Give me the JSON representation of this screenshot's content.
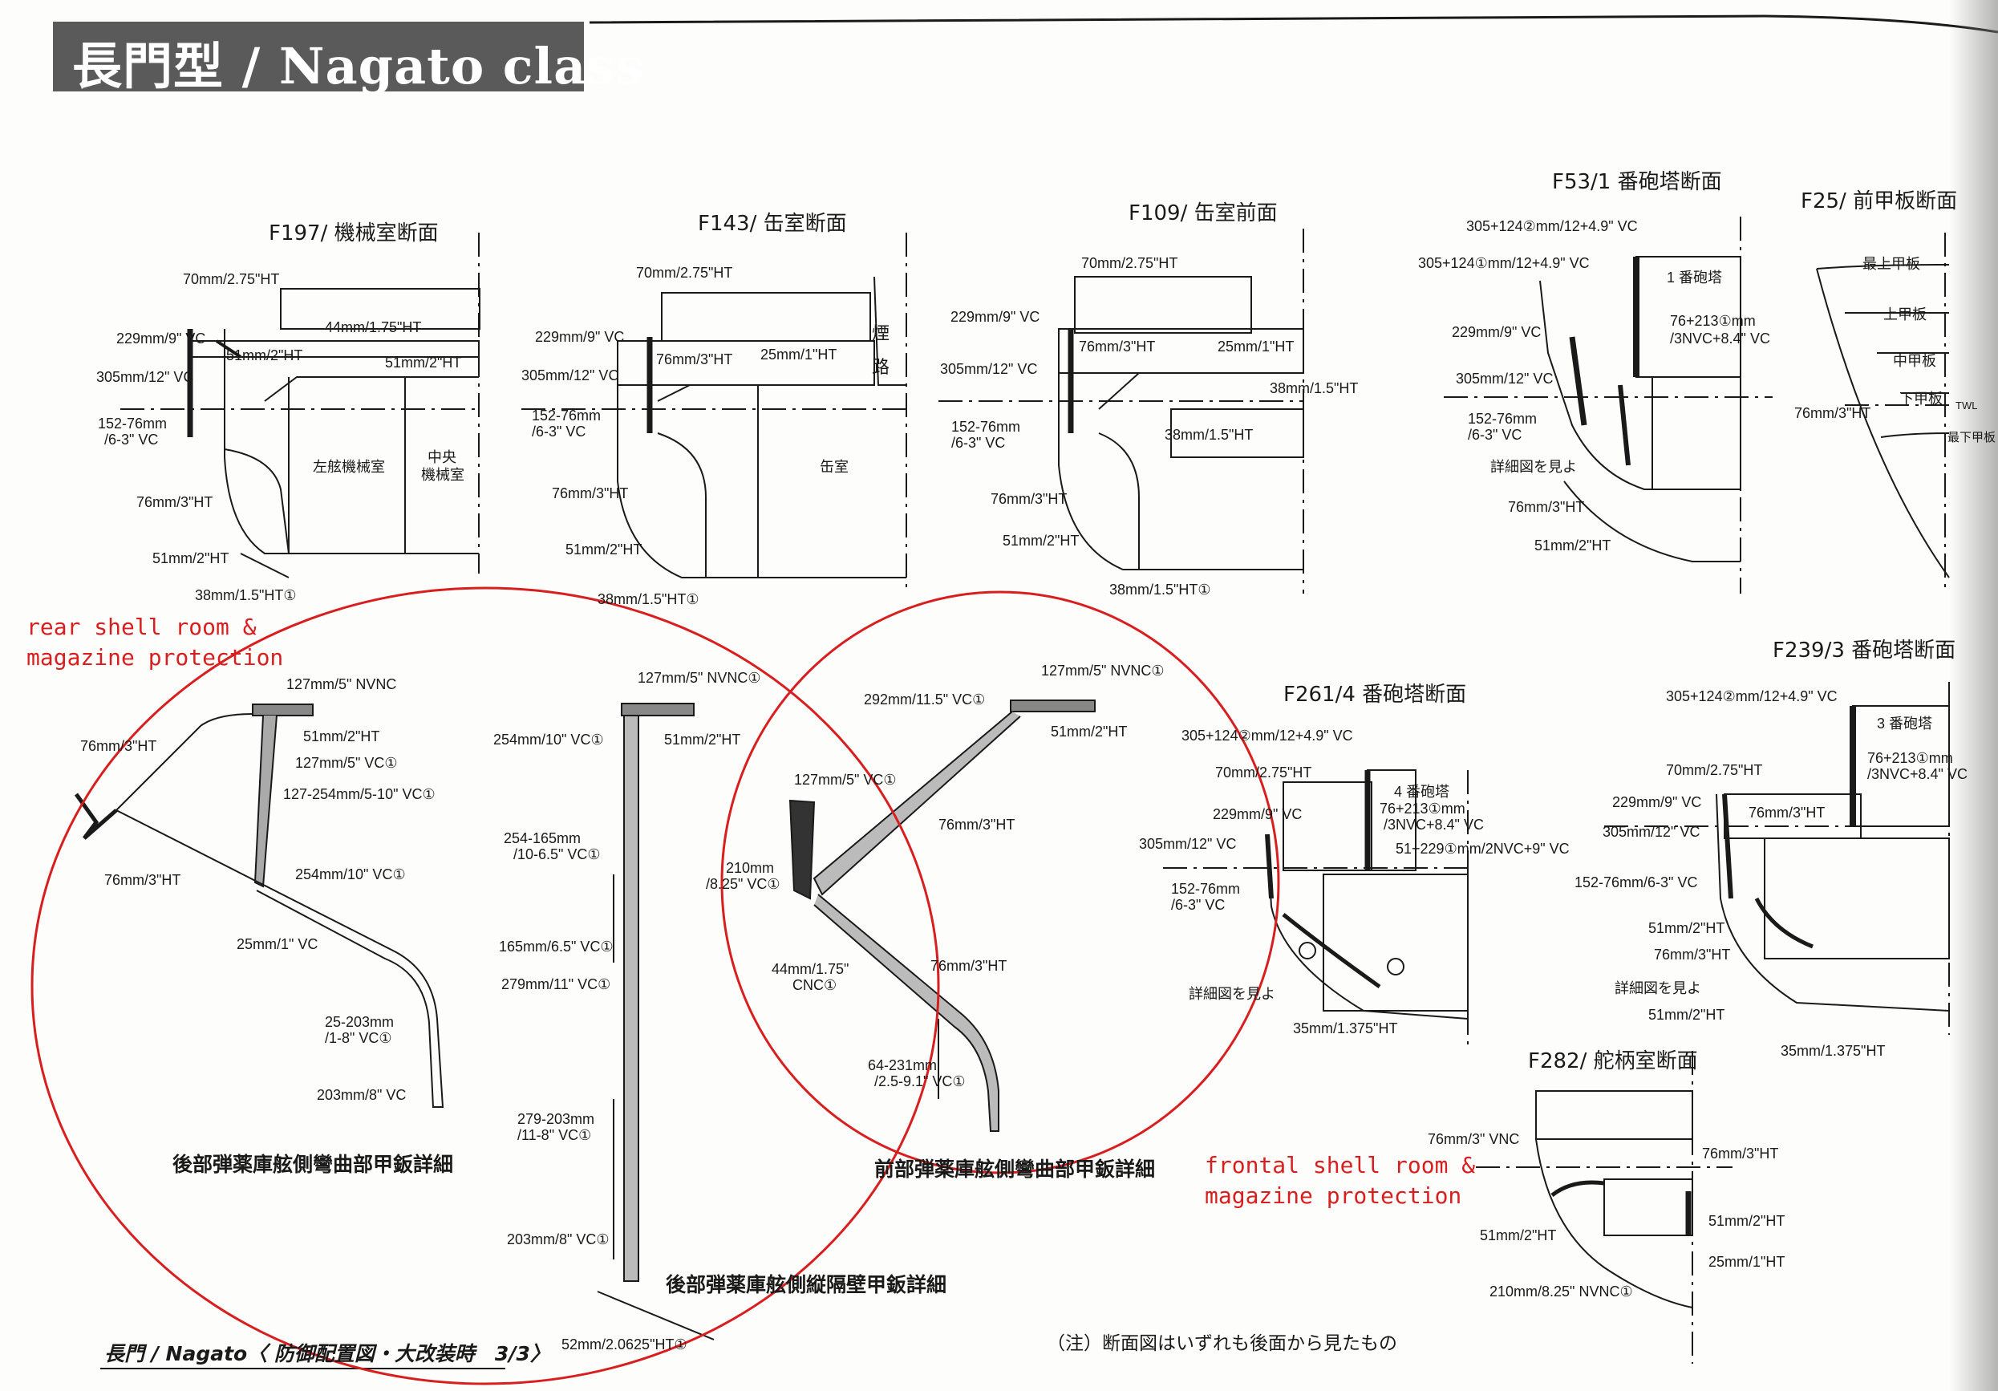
{
  "title": "長門型 / Nagato class",
  "sections": {
    "f197": {
      "heading": "F197/ 機械室断面",
      "labels": [
        "70mm/2.75\"HT",
        "229mm/9\" VC",
        "51mm/2\"HT",
        "44mm/1.75\"HT",
        "305mm/12\" VC",
        "51mm/2\"HT",
        "152-76mm",
        "/6-3\" VC",
        "左舷機械室",
        "中央",
        "機械室",
        "76mm/3\"HT",
        "51mm/2\"HT",
        "38mm/1.5\"HT①"
      ]
    },
    "f143": {
      "heading": "F143/ 缶室断面",
      "labels": [
        "70mm/2.75\"HT",
        "229mm/9\" VC",
        "305mm/12\" VC",
        "76mm/3\"HT",
        "25mm/1\"HT",
        "煙",
        "路",
        "152-76mm",
        "/6-3\" VC",
        "缶室",
        "76mm/3\"HT",
        "51mm/2\"HT",
        "38mm/1.5\"HT①"
      ]
    },
    "f109": {
      "heading": "F109/ 缶室前面",
      "labels": [
        "70mm/2.75\"HT",
        "229mm/9\" VC",
        "76mm/3\"HT",
        "25mm/1\"HT",
        "305mm/12\" VC",
        "38mm/1.5\"HT",
        "152-76mm",
        "/6-3\" VC",
        "38mm/1.5\"HT",
        "76mm/3\"HT",
        "51mm/2\"HT",
        "38mm/1.5\"HT①"
      ]
    },
    "f53": {
      "heading": "F53/1 番砲塔断面",
      "labels": [
        "305+124②mm/12+4.9\" VC",
        "305+124①mm/12+4.9\" VC",
        "1 番砲塔",
        "229mm/9\" VC",
        "76+213①mm",
        "/3NVC+8.4\" VC",
        "305mm/12\" VC",
        "152-76mm",
        "/6-3\" VC",
        "詳細図を見よ",
        "76mm/3\"HT",
        "51mm/2\"HT"
      ]
    },
    "f25": {
      "heading": "F25/ 前甲板断面",
      "labels": [
        "最上甲板",
        "上甲板",
        "中甲板",
        "下甲板",
        "TWL",
        "76mm/3\"HT",
        "最下甲板"
      ]
    },
    "rear_detail": {
      "labels": [
        "127mm/5\" NVNC",
        "76mm/3\"HT",
        "51mm/2\"HT",
        "127mm/5\" VC①",
        "127-254mm/5-10\" VC①",
        "76mm/3\"HT",
        "254mm/10\" VC①",
        "25mm/1\" VC",
        "25-203mm",
        "/1-8\" VC①",
        "203mm/8\" VC"
      ],
      "caption": "後部弾薬庫舷側彎曲部甲鈑詳細"
    },
    "rear_bulkhead": {
      "labels": [
        "127mm/5\" NVNC①",
        "254mm/10\" VC①",
        "51mm/2\"HT",
        "254-165mm",
        "/10-6.5\" VC①",
        "165mm/6.5\" VC①",
        "279mm/11\" VC①",
        "279-203mm",
        "/11-8\" VC①",
        "203mm/8\" VC①",
        "52mm/2.0625\"HT①"
      ],
      "caption": "後部弾薬庫舷側縦隔壁甲鈑詳細"
    },
    "front_detail": {
      "labels": [
        "127mm/5\" NVNC①",
        "292mm/11.5\" VC①",
        "51mm/2\"HT",
        "127mm/5\" VC①",
        "76mm/3\"HT",
        "210mm",
        "/8.25\" VC①",
        "44mm/1.75\"",
        "CNC①",
        "76mm/3\"HT",
        "64-231mm",
        "/2.5-9.1\" VC①"
      ],
      "caption": "前部弾薬庫舷側彎曲部甲鈑詳細"
    },
    "f261": {
      "heading": "F261/4 番砲塔断面",
      "labels": [
        "305+124②mm/12+4.9\" VC",
        "70mm/2.75\"HT",
        "4 番砲塔",
        "229mm/9\" VC",
        "76+213①mm",
        "/3NVC+8.4\" VC",
        "305mm/12\" VC",
        "51+229①mm/2NVC+9\" VC",
        "152-76mm",
        "/6-3\" VC",
        "詳細図を見よ",
        "35mm/1.375\"HT"
      ]
    },
    "f239": {
      "heading": "F239/3 番砲塔断面",
      "labels": [
        "305+124②mm/12+4.9\" VC",
        "3 番砲塔",
        "70mm/2.75\"HT",
        "76+213①mm",
        "/3NVC+8.4\" VC",
        "229mm/9\" VC",
        "76mm/3\"HT",
        "305mm/12\" VC",
        "152-76mm/6-3\" VC",
        "51mm/2\"HT",
        "76mm/3\"HT",
        "詳細図を見よ",
        "51mm/2\"HT",
        "35mm/1.375\"HT"
      ]
    },
    "f282": {
      "heading": "F282/ 舵柄室断面",
      "labels": [
        "76mm/3\" VNC",
        "76mm/3\"HT",
        "51mm/2\"HT",
        "51mm/2\"HT",
        "25mm/1\"HT",
        "210mm/8.25\" NVNC①"
      ]
    }
  },
  "annotations": {
    "rear": "rear shell room &\nmagazine protection",
    "front": "frontal shell room &\nmagazine protection",
    "color": "#d81f1f"
  },
  "footer": {
    "caption": "長門 / Nagato〈 防御配置図・大改装時　3/3〉",
    "note": "（注）断面図はいずれも後面から見たもの"
  }
}
